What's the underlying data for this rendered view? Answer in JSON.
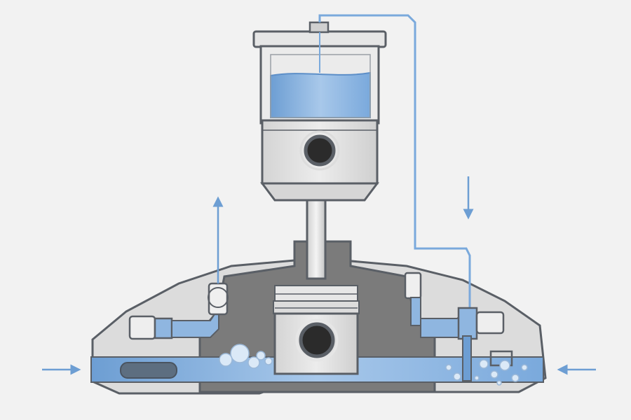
{
  "diagram": {
    "labels": [],
    "colors": {
      "background": "#f2f2f2",
      "outline": "#5a5f66",
      "metal_light": "#dedede",
      "metal_mid": "#c9c9c9",
      "metal_dark": "#7a7a7a",
      "fluid": "#8fb6e0",
      "fluid_dark": "#5d8fc8",
      "line_blue": "#7aa9dc",
      "bubble": "#dbe9f7"
    },
    "flow_arrows": [
      {
        "name": "inlet-left",
        "direction": "right"
      },
      {
        "name": "inlet-right",
        "direction": "left"
      },
      {
        "name": "outlet-up",
        "direction": "up"
      },
      {
        "name": "feed-down",
        "direction": "down"
      }
    ]
  }
}
